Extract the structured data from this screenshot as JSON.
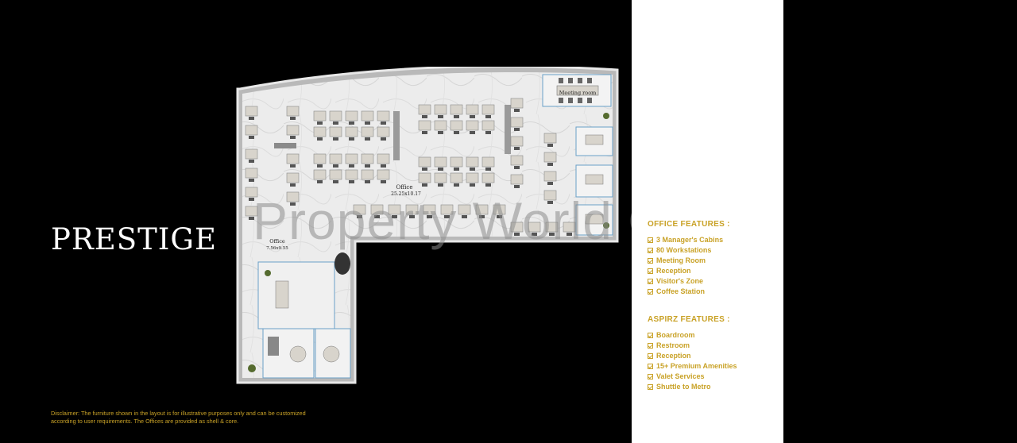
{
  "project_title": "PRESTIGE",
  "watermark": "Property World GmbH",
  "floor_plan": {
    "main_office_label": "Office",
    "main_office_size": "25.25x10.17",
    "small_office_label": "Office",
    "small_office_size": "7.56x9.55",
    "meeting_room_label": "Meeting room"
  },
  "office_features": {
    "heading": "OFFICE FEATURES :",
    "items": [
      "3 Manager's Cabins",
      "80 Workstations",
      "Meeting  Room",
      "Reception",
      "Visitor's Zone",
      "Coffee Station"
    ]
  },
  "aspirz_features": {
    "heading": "ASPIRZ FEATURES :",
    "items": [
      "Boardroom",
      "Restroom",
      "Reception",
      "15+ Premium Amenities",
      "Valet Services",
      "Shuttle to Metro"
    ]
  },
  "disclaimer": "Disclaimer: The furniture shown in the layout is for illustrative purposes only and can be customized according to user requirements. The Offices are provided as shell & core.",
  "colors": {
    "gold": "#c9a227",
    "background": "#000000",
    "panel": "#ffffff"
  }
}
